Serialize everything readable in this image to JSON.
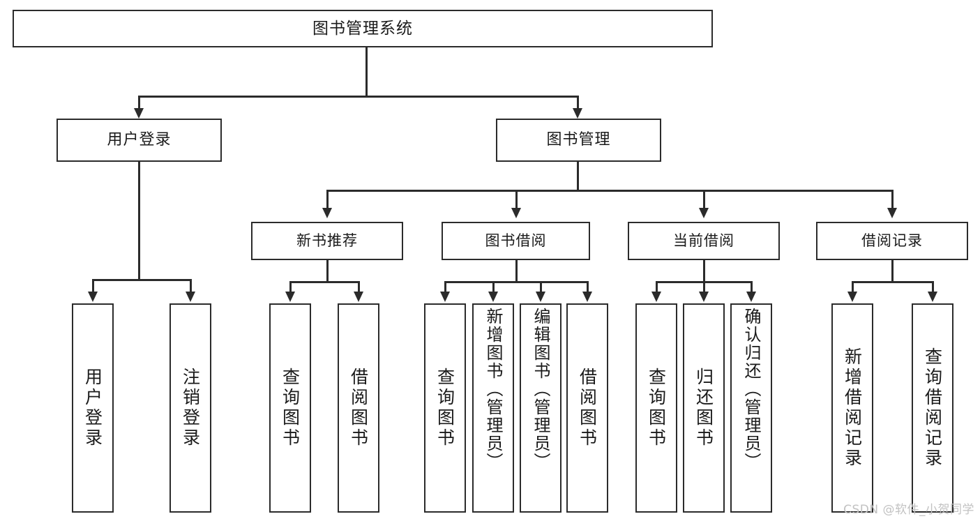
{
  "diagram": {
    "title": "图书管理系统",
    "type": "tree",
    "root": {
      "label": "图书管理系统"
    },
    "level2": [
      {
        "label": "用户登录"
      },
      {
        "label": "图书管理"
      }
    ],
    "level3": [
      {
        "label": "新书推荐"
      },
      {
        "label": "图书借阅"
      },
      {
        "label": "当前借阅"
      },
      {
        "label": "借阅记录"
      }
    ],
    "leaves": {
      "user_login": [
        {
          "label": "用户登录"
        },
        {
          "label": "注销登录"
        }
      ],
      "new_book": [
        {
          "label": "查询图书"
        },
        {
          "label": "借阅图书"
        }
      ],
      "book_borrow": [
        {
          "label": "查询图书"
        },
        {
          "label": "新增图书（管理员）"
        },
        {
          "label": "编辑图书（管理员）"
        },
        {
          "label": "借阅图书"
        }
      ],
      "current_borrow": [
        {
          "label": "查询图书"
        },
        {
          "label": "归还图书"
        },
        {
          "label": "确认归还（管理员）"
        }
      ],
      "borrow_record": [
        {
          "label": "新增借阅记录"
        },
        {
          "label": "查询借阅记录"
        }
      ]
    }
  },
  "watermark": {
    "text": "CSDN @软件_小贺同学"
  },
  "colors": {
    "stroke": "#2b2b2b",
    "fill": "#ffffff",
    "text": "#1a1a1a",
    "watermark": "#c2c2c2"
  }
}
